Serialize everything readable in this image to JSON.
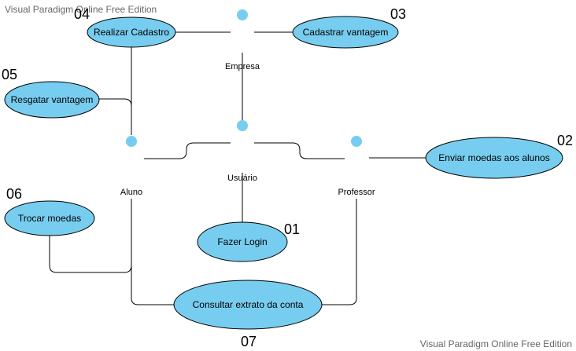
{
  "watermark": {
    "top": "Visual Paradigm Online Free Edition",
    "bottom": "Visual Paradigm Online Free Edition"
  },
  "colors": {
    "fill": "#77cdef",
    "stroke": "#000000",
    "watermark": "#666666"
  },
  "actors": {
    "empresa": "Empresa",
    "usuario": "Usuário",
    "aluno": "Aluno",
    "professor": "Professor"
  },
  "use_cases": {
    "realizar_cadastro": {
      "label": "Realizar Cadastro",
      "number": "04"
    },
    "cadastrar_vantagem": {
      "label": "Cadastrar vantagem",
      "number": "03"
    },
    "resgatar_vantagem": {
      "label": "Resgatar vantagem",
      "number": "05"
    },
    "enviar_moedas": {
      "label": "Enviar moedas aos alunos",
      "number": "02"
    },
    "trocar_moedas": {
      "label": "Trocar moedas",
      "number": "06"
    },
    "fazer_login": {
      "label": "Fazer Login",
      "number": "01"
    },
    "consultar_extrato": {
      "label": "Consultar extrato da conta",
      "number": "07"
    }
  }
}
